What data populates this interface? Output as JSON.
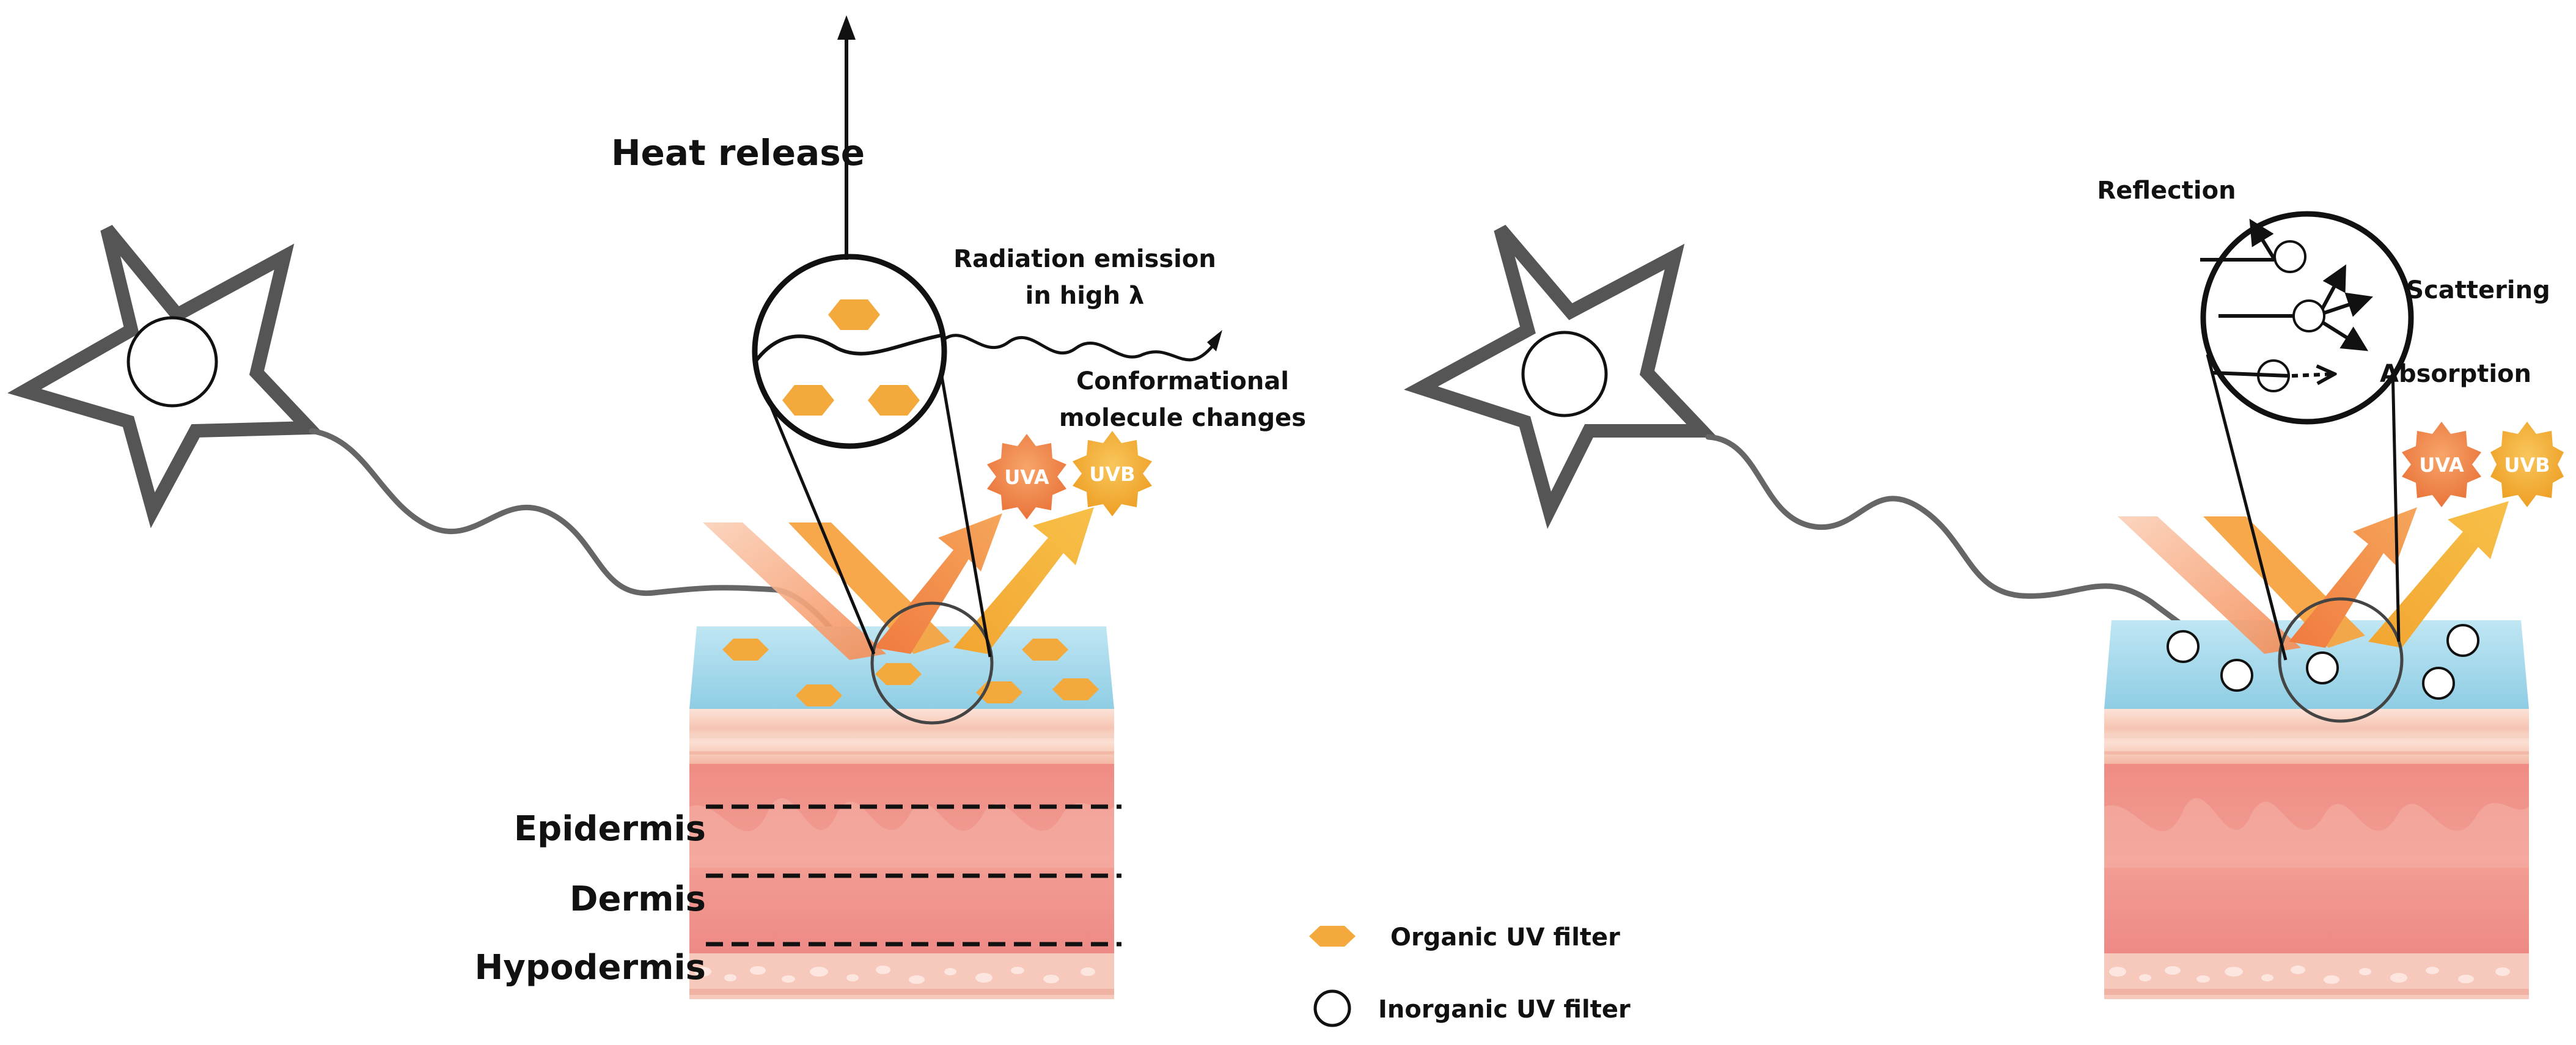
{
  "left_panel": {
    "heat_label": "Heat release",
    "radiation_label": {
      "line1": "Radiation emission",
      "line2": "in high λ"
    },
    "conformation_label": {
      "line1": "Conformational",
      "line2": "molecule changes"
    },
    "uva": "UVA",
    "uvb": "UVB",
    "layers": {
      "epidermis": "Epidermis",
      "dermis": "Dermis",
      "hypodermis": "Hypodermis"
    }
  },
  "right_panel": {
    "reflection_label": "Reflection",
    "scattering_label": "Scattering",
    "absorption_label": "Absorption",
    "uva": "UVA",
    "uvb": "UVB"
  },
  "legend": {
    "organic": "Organic UV filter",
    "inorganic": "Inorganic UV filter"
  },
  "colors": {
    "organic_filter": "#f4a93c",
    "uva_badge": "#ef8a44",
    "uvb_badge": "#f2b233",
    "sunscreen_layer": "#9fd6ea",
    "skin_top": "#f6c9b8",
    "dermis": "#ee8e88",
    "star_outline": "#555555"
  }
}
